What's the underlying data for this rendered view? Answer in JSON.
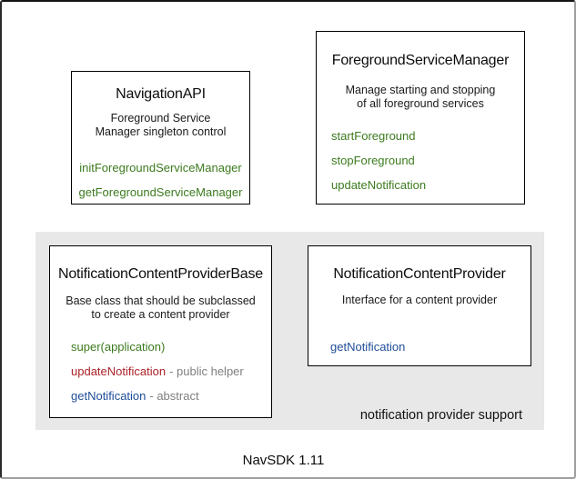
{
  "colors": {
    "method-green": "#3c7b1f",
    "method-red": "#ab2328",
    "method-blue": "#1f4e99",
    "suffix-gray": "#7f7f7f",
    "region-gray": "#e8e8e8"
  },
  "boxes": {
    "navigation_api": {
      "title": "NavigationAPI",
      "description": "Foreground Service\nManager singleton control",
      "methods": [
        {
          "name": "initForegroundServiceManager"
        },
        {
          "name": "getForegroundServiceManager"
        }
      ]
    },
    "foreground_service_manager": {
      "title": "ForegroundServiceManager",
      "description": "Manage starting and stopping\nof all foreground services",
      "methods": [
        {
          "name": "startForeground"
        },
        {
          "name": "stopForeground"
        },
        {
          "name": "updateNotification"
        }
      ]
    },
    "notification_content_provider_base": {
      "title": "NotificationContentProviderBase",
      "description": "Base class that should be subclassed\nto create a content provider",
      "methods": [
        {
          "name": "super(application)",
          "suffix": ""
        },
        {
          "name": "updateNotification",
          "suffix": "- public helper"
        },
        {
          "name": "getNotification",
          "suffix": "- abstract"
        }
      ]
    },
    "notification_content_provider": {
      "title": "NotificationContentProvider",
      "description": "Interface for a content provider",
      "methods": [
        {
          "name": "getNotification"
        }
      ]
    }
  },
  "region": {
    "label": "notification provider support"
  },
  "footer": {
    "label": "NavSDK 1.11"
  }
}
